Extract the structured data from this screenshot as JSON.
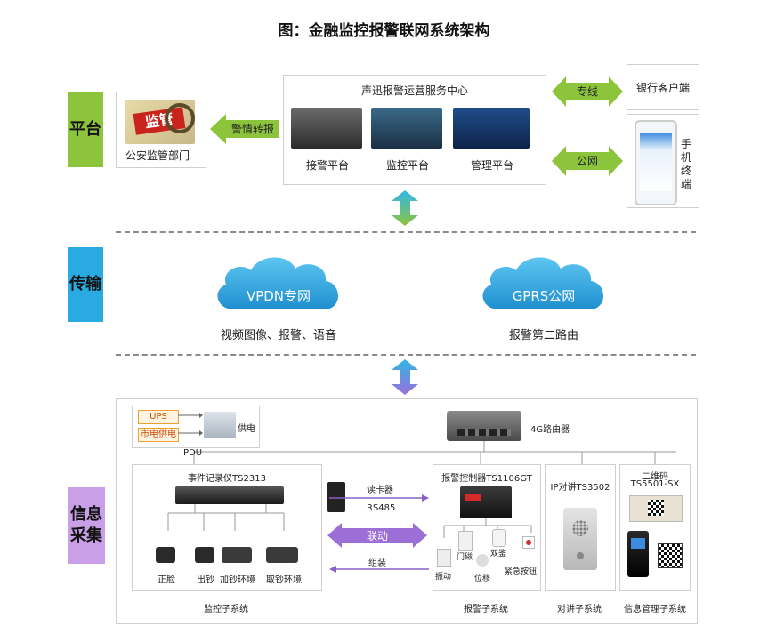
{
  "title": "图：金融监控报警联网系统架构",
  "sections": {
    "platform": "平台",
    "transport": "传输",
    "collection_line1": "信息",
    "collection_line2": "采集"
  },
  "platform": {
    "center_title": "声迅报警运营服务中心",
    "panels": [
      "接警平台",
      "监控平台",
      "管理平台"
    ],
    "police_sign": "监管",
    "police_label": "公安监管部门",
    "forward_arrow": "警情转报",
    "bank_arrow": "专线",
    "bank_label": "银行客户端",
    "mobile_arrow": "公网",
    "mobile_label": "手机终端"
  },
  "transport": {
    "cloud1": "VPDN专网",
    "cloud1_caption": "视频图像、报警、语音",
    "cloud2": "GPRS公网",
    "cloud2_caption": "报警第二路由"
  },
  "collection": {
    "router": "4G路由器",
    "pdu": {
      "ups": "UPS",
      "mains": "市电供电",
      "supply": "供电",
      "label": "PDU"
    },
    "monitor": {
      "title": "事件记录仪TS2313",
      "cameras": [
        "正脸",
        "出钞",
        "加钞环境",
        "取钞环境"
      ],
      "footer": "监控子系统"
    },
    "links": {
      "reader": "读卡器",
      "rs485": "RS485",
      "linkage": "联动",
      "arm": "组装"
    },
    "alarm": {
      "title": "报警控制器TS1106GT",
      "sensors": [
        "门磁",
        "双鉴",
        "振动",
        "位移",
        "紧急按钮"
      ],
      "footer": "报警子系统"
    },
    "intercom": {
      "title": "IP对讲TS3502",
      "footer": "对讲子系统"
    },
    "info": {
      "title1": "二维码",
      "title2": "TS5501-SX",
      "footer": "信息管理子系统"
    }
  },
  "colors": {
    "green": "#8cc43c",
    "blue": "#29abe2",
    "purple": "#c9a0e8",
    "cloud": "#39a9e0",
    "arrow_green": "#8cc43c",
    "arrow_purple": "#9b6fd6"
  }
}
